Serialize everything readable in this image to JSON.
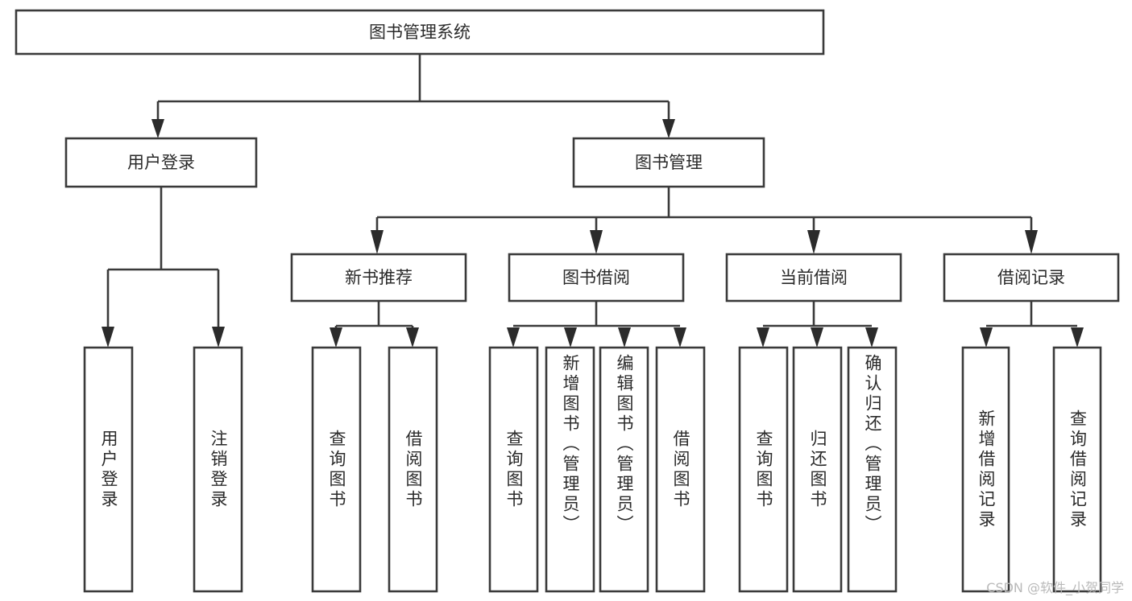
{
  "diagram": {
    "type": "tree-hierarchy",
    "title": "图书管理系统",
    "watermark": "CSDN @软件_小贺同学",
    "colors": {
      "box_stroke": "#3a3a3a",
      "box_fill": "#ffffff",
      "connector": "#3a3a3a",
      "text": "#2a2a2a",
      "background": "#ffffff",
      "watermark": "#b9b9b9"
    },
    "levels": {
      "root": {
        "label": "图书管理系统"
      },
      "level2": [
        {
          "label": "用户登录"
        },
        {
          "label": "图书管理"
        }
      ],
      "level3": [
        {
          "label": "新书推荐"
        },
        {
          "label": "图书借阅"
        },
        {
          "label": "当前借阅"
        },
        {
          "label": "借阅记录"
        }
      ],
      "leaves": {
        "user_login": [
          {
            "label": "用户登录"
          },
          {
            "label": "注销登录"
          }
        ],
        "new_book_recommend": [
          {
            "label": "查询图书"
          },
          {
            "label": "借阅图书"
          }
        ],
        "book_borrow": [
          {
            "label": "查询图书"
          },
          {
            "label": "新增图书（管理员）"
          },
          {
            "label": "编辑图书（管理员）"
          },
          {
            "label": "借阅图书"
          }
        ],
        "current_borrow": [
          {
            "label": "查询图书"
          },
          {
            "label": "归还图书"
          },
          {
            "label": "确认归还（管理员）"
          }
        ],
        "borrow_record": [
          {
            "label": "新增借阅记录"
          },
          {
            "label": "查询借阅记录"
          }
        ]
      }
    }
  }
}
